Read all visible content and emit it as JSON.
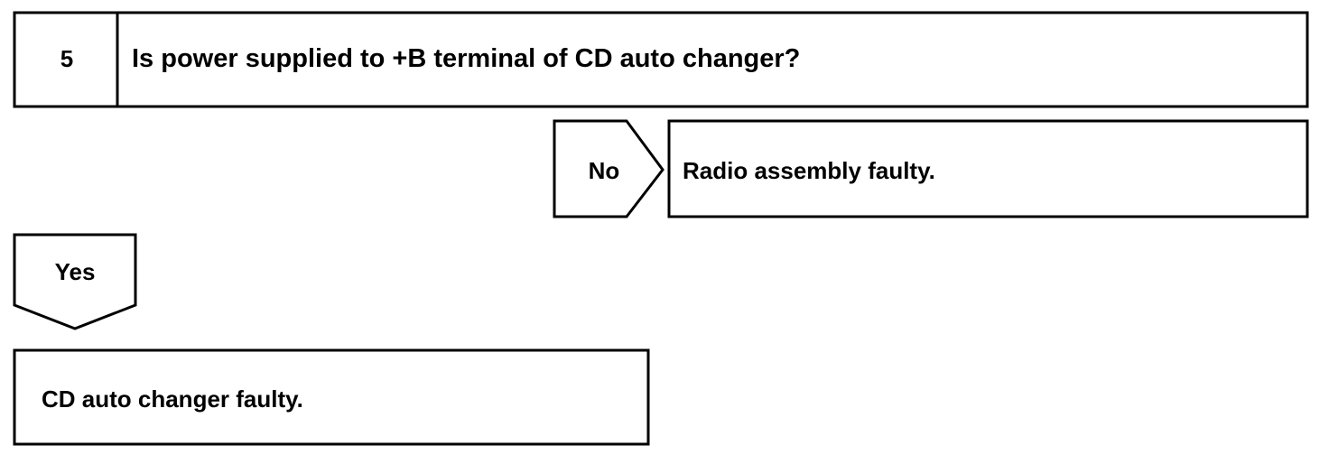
{
  "step": {
    "number": "5",
    "question": "Is power supplied to +B terminal of CD auto changer?"
  },
  "branches": {
    "no": {
      "label": "No",
      "result": "Radio assembly faulty."
    },
    "yes": {
      "label": "Yes",
      "result": "CD auto changer faulty."
    }
  }
}
